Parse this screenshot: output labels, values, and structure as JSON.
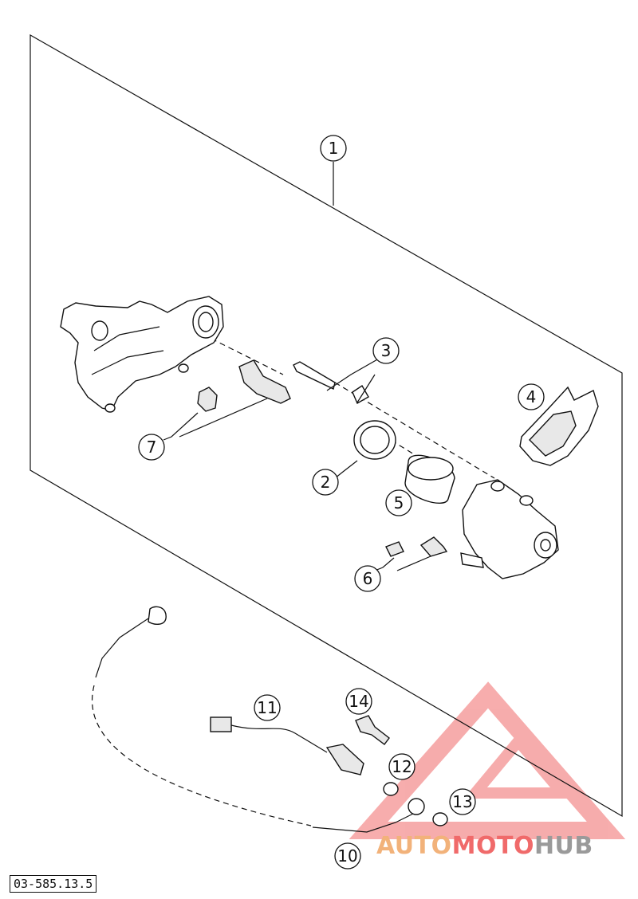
{
  "callouts": [
    {
      "id": "c1",
      "label": "1"
    },
    {
      "id": "c2",
      "label": "2"
    },
    {
      "id": "c3",
      "label": "3"
    },
    {
      "id": "c4",
      "label": "4"
    },
    {
      "id": "c5",
      "label": "5"
    },
    {
      "id": "c6",
      "label": "6"
    },
    {
      "id": "c7",
      "label": "7"
    },
    {
      "id": "c10",
      "label": "10"
    },
    {
      "id": "c11",
      "label": "11"
    },
    {
      "id": "c12",
      "label": "12"
    },
    {
      "id": "c13",
      "label": "13"
    },
    {
      "id": "c14",
      "label": "14"
    }
  ],
  "drawing_code": "03-585.13.5",
  "watermark": {
    "auto": "AUTO",
    "moto": "MOTO",
    "hub": "HUB",
    "color_triangle": "#f27a7a"
  }
}
